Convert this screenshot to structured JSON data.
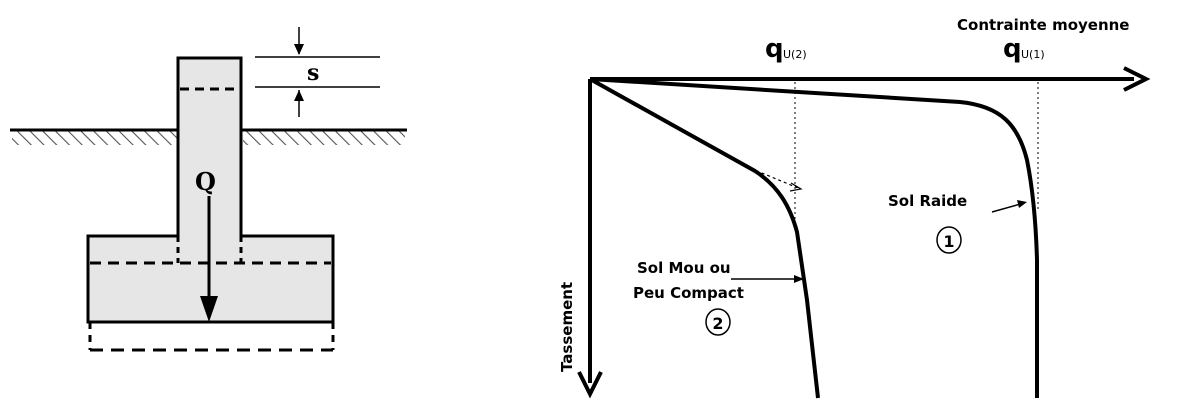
{
  "footing": {
    "settlement_label": "s",
    "load_label": "Q"
  },
  "graph": {
    "x_axis_label": "Contrainte moyenne",
    "y_axis_label": "Tassement",
    "qu1": {
      "main": "q",
      "sub": "U(1)"
    },
    "qu2": {
      "main": "q",
      "sub": "U(2)"
    },
    "curve1": {
      "label": "Sol Raide",
      "number": "1"
    },
    "curve2": {
      "label_line1": "Sol Mou ou",
      "label_line2": "Peu Compact",
      "number": "2"
    }
  }
}
